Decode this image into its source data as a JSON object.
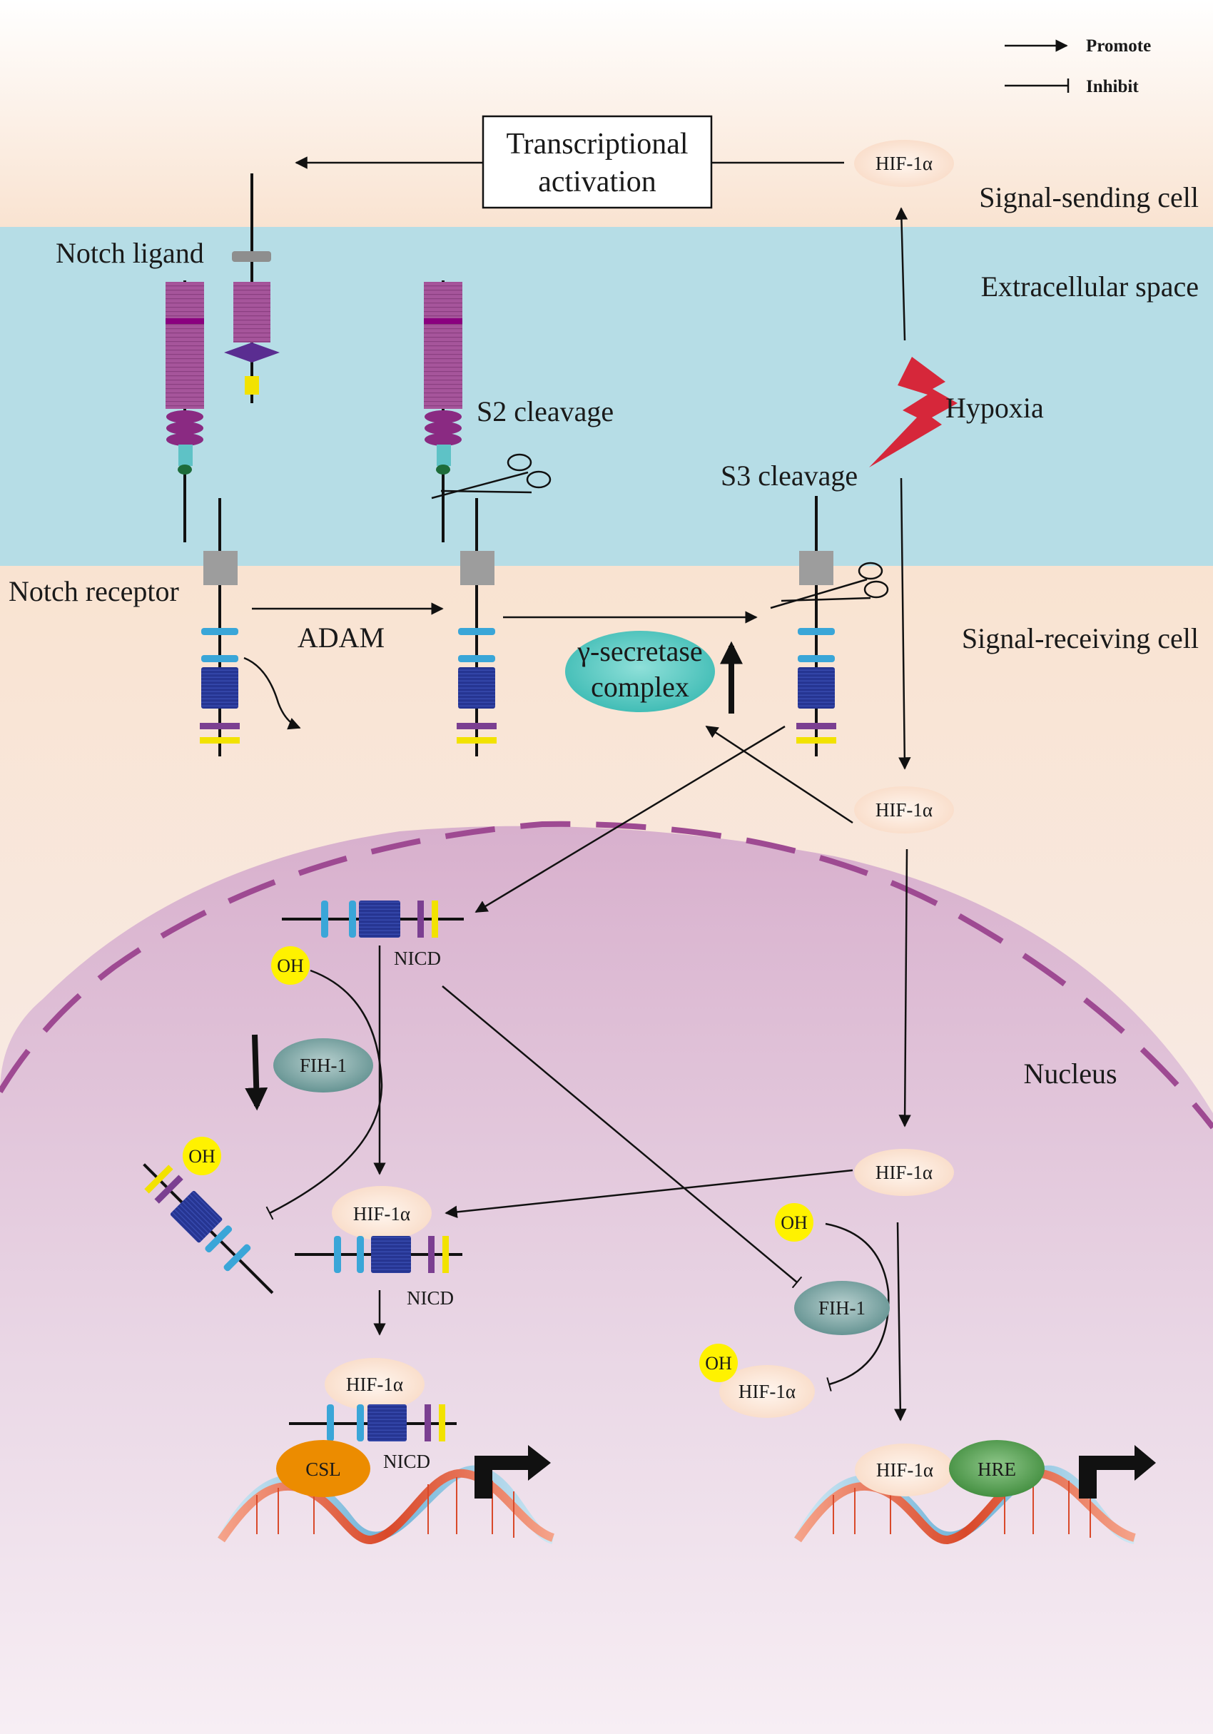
{
  "legend": {
    "promote": "Promote",
    "inhibit": "Inhibit"
  },
  "regions": {
    "signal_sending_cell": "Signal-sending cell",
    "extracellular_space": "Extracellular space",
    "signal_receiving_cell": "Signal-receiving cell",
    "nucleus": "Nucleus"
  },
  "labels": {
    "transcriptional_line1": "Transcriptional",
    "transcriptional_line2": "activation",
    "notch_ligand": "Notch ligand",
    "notch_receptor": "Notch receptor",
    "adam": "ADAM",
    "s2_cleavage": "S2 cleavage",
    "s3_cleavage": "S3 cleavage",
    "hypoxia": "Hypoxia",
    "gamma_line1": "γ-secretase",
    "gamma_line2": "complex",
    "nicd_1": "NICD",
    "nicd_2": "NICD",
    "nicd_3": "NICD"
  },
  "molecules": {
    "hif_top": "HIF-1α",
    "hif_cytoplasm": "HIF-1α",
    "hif_nucleus": "HIF-1α",
    "hif_complex": "HIF-1α",
    "hif_csl": "HIF-1α",
    "hif_hydroxylated": "HIF-1α",
    "hif_hre": "HIF-1α",
    "fih_left": "FIH-1",
    "fih_right": "FIH-1",
    "csl": "CSL",
    "hre": "HRE",
    "oh_1": "OH",
    "oh_2": "OH",
    "oh_3": "OH",
    "oh_4": "OH"
  },
  "colors": {
    "sending_cell_bg": "#f9e3d1",
    "extracellular_bg": "#b6dde6",
    "receiving_cell_bg": "#f9e3d1",
    "nucleus_fill": "#d9b4cf",
    "nuclear_envelope": "#9e4a92",
    "ligand_magenta": "#a6559b",
    "dark_blue_ank": "#263592",
    "light_blue_bar": "#3aa6d8",
    "gamma_secretase": "#4cc3bd",
    "fih1": "#6e9a99",
    "csl": "#ec8c00",
    "hre": "#4f9a4c",
    "hif_oval": "#fbe2cf",
    "oh_yellow": "#fff200",
    "hypoxia_bolt": "#d6273a"
  }
}
